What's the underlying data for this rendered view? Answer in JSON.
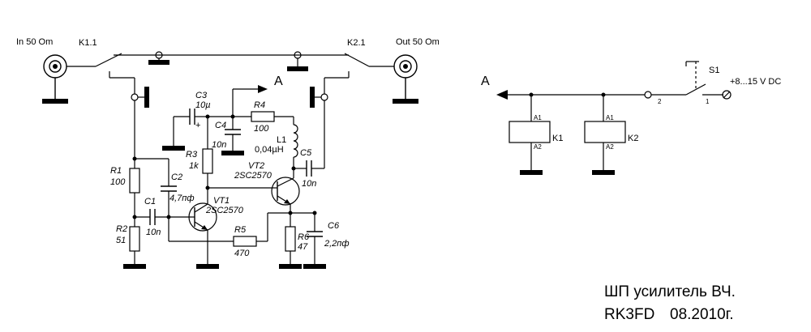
{
  "labels": {
    "in": "In 50 Om",
    "out": "Out 50 Om",
    "k11": "K1.1",
    "k21": "K2.1",
    "a_left": "A",
    "a_right": "A",
    "c3": "C3",
    "c3_val": "10µ",
    "c3_plus": "+",
    "r4": "R4",
    "r4_val": "100",
    "c4": "C4",
    "c4_val": "10n",
    "l1": "L1",
    "l1_val": "0,04µH",
    "c5": "C5",
    "c5_val": "10n",
    "r3": "R3",
    "r3_val": "1k",
    "vt2": "VT2",
    "vt2_type": "2SC2570",
    "r1": "R1",
    "r1_val": "100",
    "c2": "C2",
    "c2_val": "4,7пф",
    "c1": "C1",
    "c1_val": "10n",
    "vt1": "VT1",
    "vt1_type": "2SC2570",
    "r2": "R2",
    "r2_val": "51",
    "r5": "R5",
    "r5_val": "470",
    "r6": "R6",
    "r6_val": "47",
    "c6": "C6",
    "c6_val": "2,2пф",
    "s1": "S1",
    "supply": "+8...15 V DC",
    "k1": "K1",
    "k2": "K2",
    "a1_k1": "A1",
    "a2_k1": "A2",
    "a1_k2": "A1",
    "a2_k2": "A2",
    "pin2": "2",
    "pin1": "1"
  },
  "title": {
    "line1": "ШП усилитель ВЧ.",
    "author": "RK3FD",
    "date": "08.2010г."
  }
}
